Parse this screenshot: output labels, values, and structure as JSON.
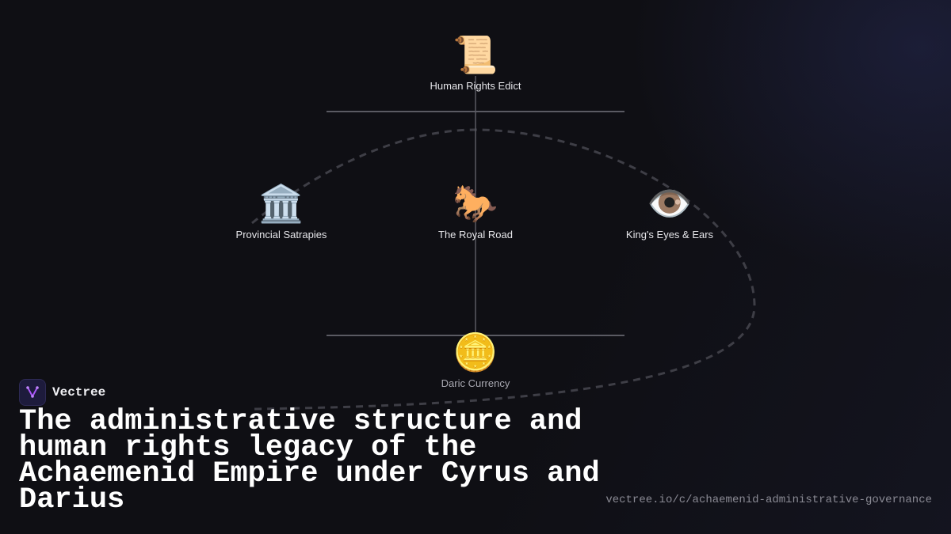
{
  "diagram": {
    "nodes": [
      {
        "id": "edict",
        "label": "Human Rights Edict",
        "icon": "scroll-icon",
        "glyph": "📜"
      },
      {
        "id": "satrapies",
        "label": "Provincial Satrapies",
        "icon": "classical-building-icon",
        "glyph": "🏛️"
      },
      {
        "id": "road",
        "label": "The Royal Road",
        "icon": "horse-icon",
        "glyph": "🐎"
      },
      {
        "id": "eyes",
        "label": "King's Eyes & Ears",
        "icon": "eye-icon",
        "glyph": "👁️"
      },
      {
        "id": "daric",
        "label": "Daric Currency",
        "icon": "coin-icon",
        "glyph": "🪙"
      }
    ]
  },
  "brand": {
    "name": "Vectree",
    "icon": "vectree-logo-icon",
    "accent": "#a855f7"
  },
  "title": "The administrative structure and human rights legacy of the Achaemenid Empire under Cyrus and Darius",
  "url": "vectree.io/c/achaemenid-administrative-governance",
  "colors": {
    "background": "#0f0f14",
    "connector": "#5a5a62",
    "dashed_path": "#3e3e46"
  }
}
